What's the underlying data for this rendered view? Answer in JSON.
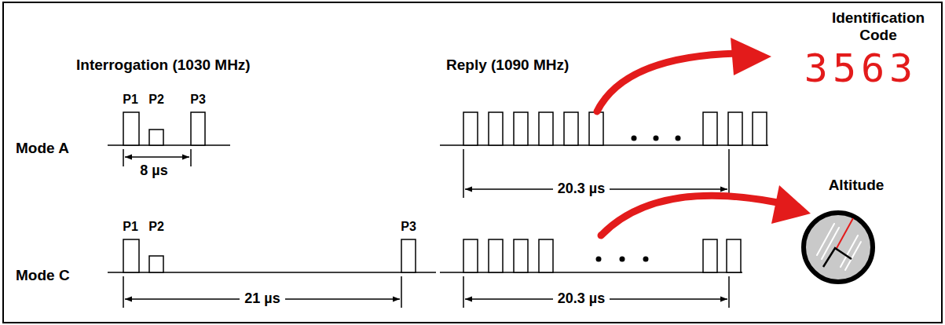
{
  "diagram": {
    "labels": [
      "Interrogation (1030 MHz)",
      "Reply (1090 MHz)",
      "Identification Code",
      "3563",
      "Altitude",
      "Mode A",
      "P1",
      "P2",
      "P3",
      "8 µs",
      "20.3 µs",
      "Mode C",
      "P1",
      "P2",
      "P3",
      "21 µs",
      "20.3 µs"
    ]
  }
}
